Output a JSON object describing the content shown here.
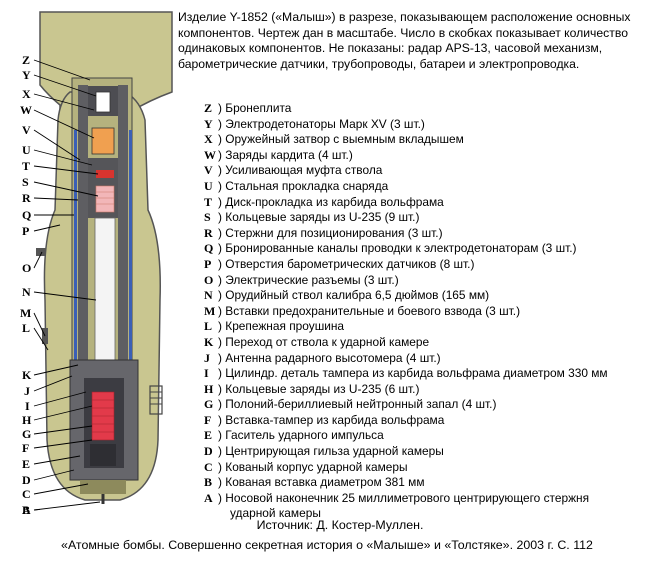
{
  "intro_text": "Изделие  Y-1852 («Малыш») в разрезе, показывающем расположение основных компонентов. Чертеж дан в масштабе. Число в скобках показывает количество одинаковых компонентов. Не показаны: радар APS-13, часовой механизм, барометрические датчики, трубопроводы, батареи и электропроводка.",
  "legend": [
    {
      "letter": "Z",
      "text": "Бронеплита"
    },
    {
      "letter": "Y",
      "text": "Электродетонаторы Марк XV (3 шт.)"
    },
    {
      "letter": "X",
      "text": "Оружейный затвор с выемным вкладышем"
    },
    {
      "letter": "W",
      "text": "Заряды кардита (4 шт.)"
    },
    {
      "letter": "V",
      "text": "Усиливающая муфта ствола"
    },
    {
      "letter": "U",
      "text": "Стальная прокладка снаряда"
    },
    {
      "letter": "T",
      "text": "Диск-прокладка из карбида вольфрама"
    },
    {
      "letter": "S",
      "text": "Кольцевые заряды из U-235 (9 шт.)"
    },
    {
      "letter": "R",
      "text": "Стержни для позиционирования (3 шт.)"
    },
    {
      "letter": "Q",
      "text": "Бронированные каналы проводки к электродетонаторам (3 шт.)"
    },
    {
      "letter": "P",
      "text": "Отверстия барометрических датчиков (8 шт.)"
    },
    {
      "letter": "O",
      "text": "Электрические разъемы (3 шт.)"
    },
    {
      "letter": "N",
      "text": "Орудийный ствол калибра 6,5 дюймов (165 мм)"
    },
    {
      "letter": "M",
      "text": "Вставки предохранительные и боевого взвода (3 шт.)"
    },
    {
      "letter": "L",
      "text": "Крепежная проушина"
    },
    {
      "letter": "K",
      "text": "Переход от ствола к ударной камере"
    },
    {
      "letter": "J",
      "text": "Антенна радарного высотомера (4 шт.)"
    },
    {
      "letter": "I",
      "text": "Цилиндр. деталь тампера из карбида вольфрама диаметром 330 мм"
    },
    {
      "letter": "H",
      "text": "Кольцевые заряды из U-235 (6 шт.)"
    },
    {
      "letter": "G",
      "text": "Полоний-бериллиевый нейтронный запал (4 шт.)"
    },
    {
      "letter": "F",
      "text": "Вставка-тампер из карбида вольфрама"
    },
    {
      "letter": "E",
      "text": "Гаситель ударного импульса"
    },
    {
      "letter": "D",
      "text": "Центрирующая гильза ударной камеры"
    },
    {
      "letter": "C",
      "text": "Кованый корпус ударной камеры"
    },
    {
      "letter": "B",
      "text": "Кованая вставка диаметром 381 мм"
    },
    {
      "letter": "A",
      "text": "Носовой наконечник 25 миллиметрового центрирующего стержня",
      "text2": "ударной камеры"
    }
  ],
  "side_labels": [
    "Z",
    "Y",
    "X",
    "W",
    "V",
    "U",
    "T",
    "S",
    "R",
    "Q",
    "P",
    "O",
    "N",
    "M",
    "L",
    "K",
    "J",
    "I",
    "H",
    "G",
    "F",
    "E",
    "D",
    "C",
    "B",
    "A"
  ],
  "source_line1": "Источник: Д. Костер-Муллен.",
  "source_line2": "«Атомные бомбы. Совершенно секретная история о «Малыше» и «Толстяке». 2003 г. С. 112",
  "colors": {
    "casing": "#c8c58e",
    "casing_dark": "#a9a66e",
    "steel": "#5e5e62",
    "orange": "#f0a050",
    "pink": "#f2b6b8",
    "red": "#d22b3a",
    "blue": "#3b5fb6"
  }
}
